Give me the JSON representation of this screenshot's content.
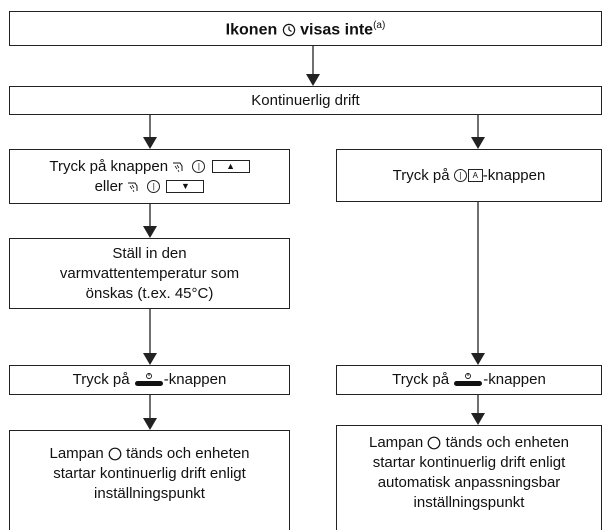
{
  "top": {
    "title": "Ikonen",
    "title_suffix": "visas inte",
    "footnote": "(a)"
  },
  "continuous": {
    "label": "Kontinuerlig drift"
  },
  "left": {
    "step1_line1": "Tryck på knappen",
    "step1_line2": "eller",
    "step2": [
      "Ställ in den",
      "varmvattentemperatur som",
      "önskas (t.ex. 45°C)"
    ],
    "step3_prefix": "Tryck på",
    "step3_suffix": "-knappen",
    "step4": [
      "Lampan",
      "tänds och enheten",
      "startar kontinuerlig drift enligt",
      "inställningspunkt"
    ]
  },
  "right": {
    "step1_prefix": "Tryck på",
    "step1_suffix": "-knappen",
    "step2_prefix": "Tryck på",
    "step2_suffix": "-knappen",
    "step3": [
      "Lampan",
      "tänds och enheten",
      "startar kontinuerlig drift enligt",
      "automatisk anpassningsbar",
      "inställningspunkt"
    ]
  },
  "icons": {
    "clock": "clock-icon",
    "tap": "tap-icon",
    "thermo": "thermometer-icon",
    "up": "up-arrow-button",
    "down": "down-arrow-button",
    "auto": "auto-button",
    "onoff": "on-off-button",
    "lamp": "lamp-icon"
  }
}
